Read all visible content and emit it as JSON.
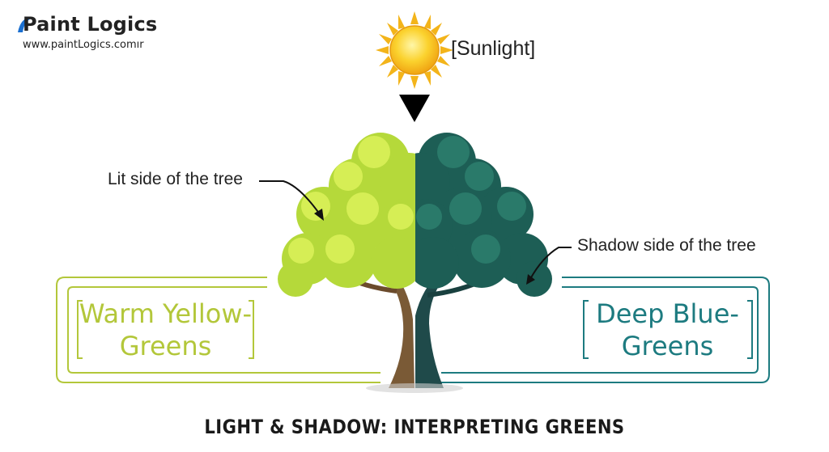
{
  "brand": {
    "name": "Paint Logics",
    "url": "www.paintLogics.comır"
  },
  "labels": {
    "sunlight": "[Sunlight]",
    "lit_side": "Lit side of the tree",
    "shadow_side": "Shadow side of the tree"
  },
  "boxes": {
    "warm": {
      "line1": "Warm Yellow-",
      "line2": "Greens",
      "color": "#b3c73a"
    },
    "deep": {
      "line1": "Deep Blue-",
      "line2": "Greens",
      "color": "#1d7b80"
    }
  },
  "caption": "LIGHT & SHADOW: INTERPRETING GREENS",
  "colors": {
    "lit_foliage": "#b5d93a",
    "shadow_foliage": "#1d5e55",
    "sun": "#f7c41a",
    "trunk": "#7a5a36"
  }
}
